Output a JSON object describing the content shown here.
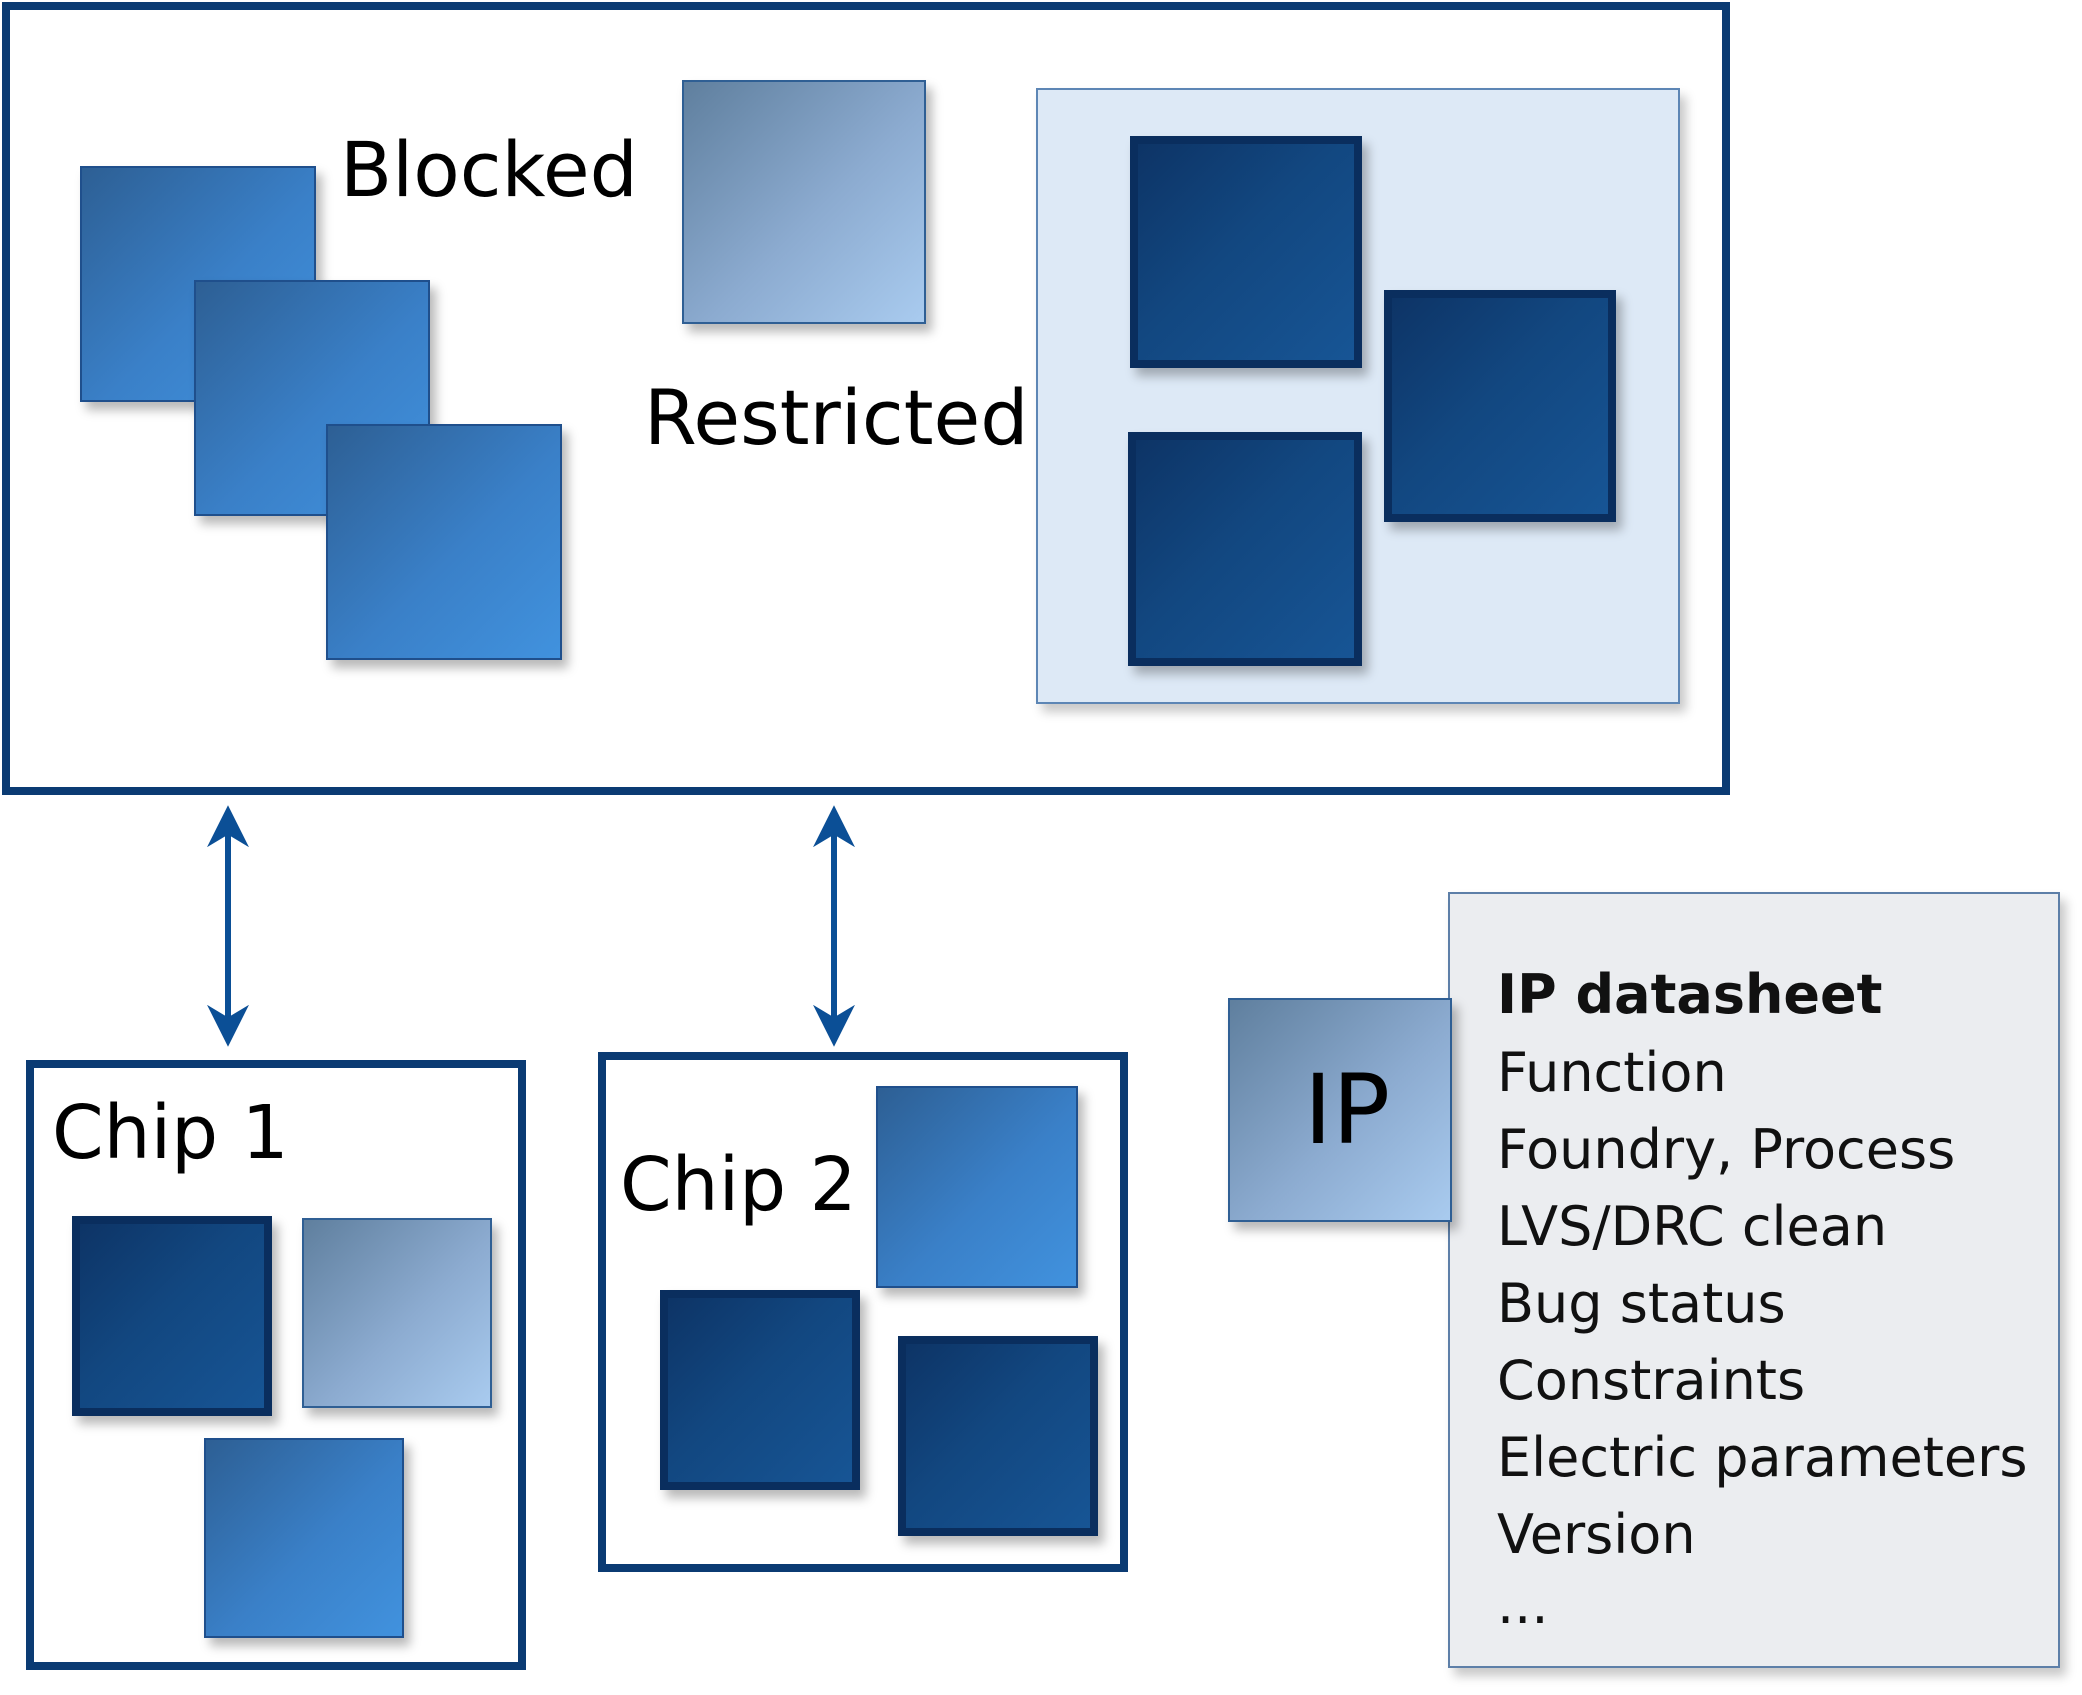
{
  "labels": {
    "blocked": "Blocked",
    "restricted": "Restricted",
    "chip1": "Chip 1",
    "chip2": "Chip 2",
    "ip": "IP"
  },
  "datasheet": {
    "title": "IP datasheet",
    "items": [
      "Function",
      "Foundry, Process",
      "LVS/DRC clean",
      "Bug status",
      "Constraints",
      "Electric parameters",
      "Version",
      "..."
    ]
  },
  "colors": {
    "frame": "#0b3b73",
    "arrow": "#0b4f96",
    "restricted_panel": "#dde9f6",
    "datasheet_panel": "#ebedf0"
  }
}
